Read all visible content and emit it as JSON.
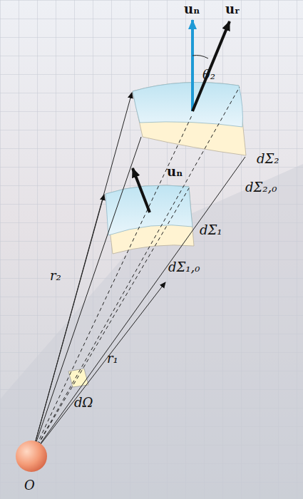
{
  "diagram": {
    "labels": [
      "uₙ",
      "uᵣ",
      "θ₂",
      "uₙ",
      "dΣ₂",
      "dΣ₂,₀",
      "dΣ₁",
      "dΣ₁,₀",
      "r₂",
      "r₁",
      "dΩ",
      "O"
    ]
  }
}
